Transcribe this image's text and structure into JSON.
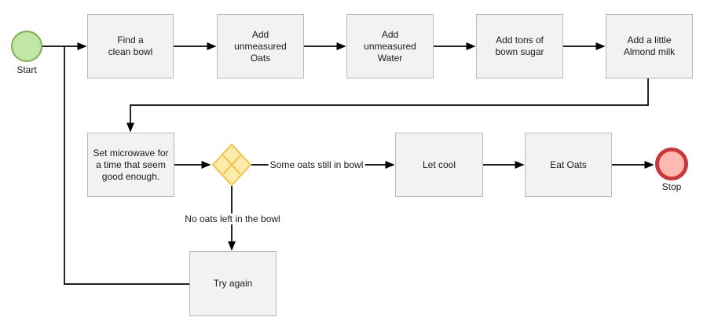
{
  "colors": {
    "canvas-bg": "#ffffff",
    "line": "#000000",
    "text": "#1a1a1a",
    "process-fill": "#f2f2f2",
    "process-border": "#b9b9b9",
    "start-fill": "#c1e7a7",
    "start-border": "#7fae5a",
    "stop-fill": "#ffb9b0",
    "stop-border": "#c9383e",
    "decision-fill": "#fcecab",
    "decision-border": "#f0c24b"
  },
  "nodes": {
    "start": {
      "label": "Start"
    },
    "find_bowl": {
      "label": "Find a\nclean bowl"
    },
    "add_oats": {
      "label": "Add\nunmeasured\nOats"
    },
    "add_water": {
      "label": "Add\nunmeasured\nWater"
    },
    "add_sugar": {
      "label": "Add tons of\nbown sugar"
    },
    "add_milk": {
      "label": "Add a little\nAlmond milk"
    },
    "microwave": {
      "label": "Set microwave for\na time that seem\ngood enough."
    },
    "let_cool": {
      "label": "Let cool"
    },
    "eat_oats": {
      "label": "Eat Oats"
    },
    "try_again": {
      "label": "Try again"
    },
    "stop": {
      "label": "Stop"
    }
  },
  "edge_labels": {
    "decision_yes": "Some oats still in bowl",
    "decision_no": "No oats left in the bowl"
  }
}
